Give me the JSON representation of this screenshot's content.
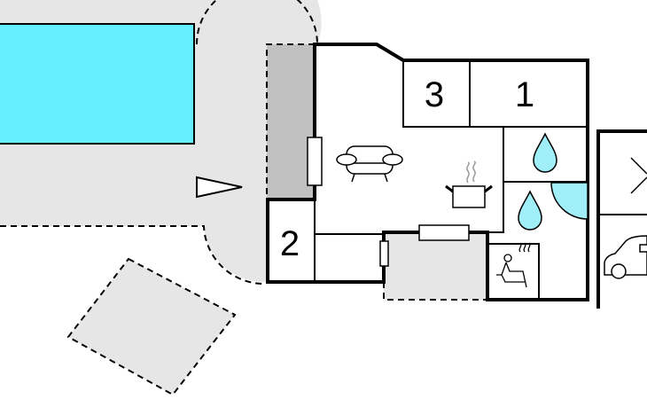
{
  "rooms": {
    "room_1": "1",
    "room_2": "2",
    "room_3": "3"
  },
  "colors": {
    "pool": "#66f0ff",
    "terrace": "#e6e6e6",
    "covered": "#c0c0c0",
    "water": "#a0eef8"
  },
  "icons": [
    "sofa-icon",
    "cooking-pot-icon",
    "shower-drop-icon",
    "sauna-icon",
    "car-icon",
    "entrance-arrow-icon"
  ]
}
